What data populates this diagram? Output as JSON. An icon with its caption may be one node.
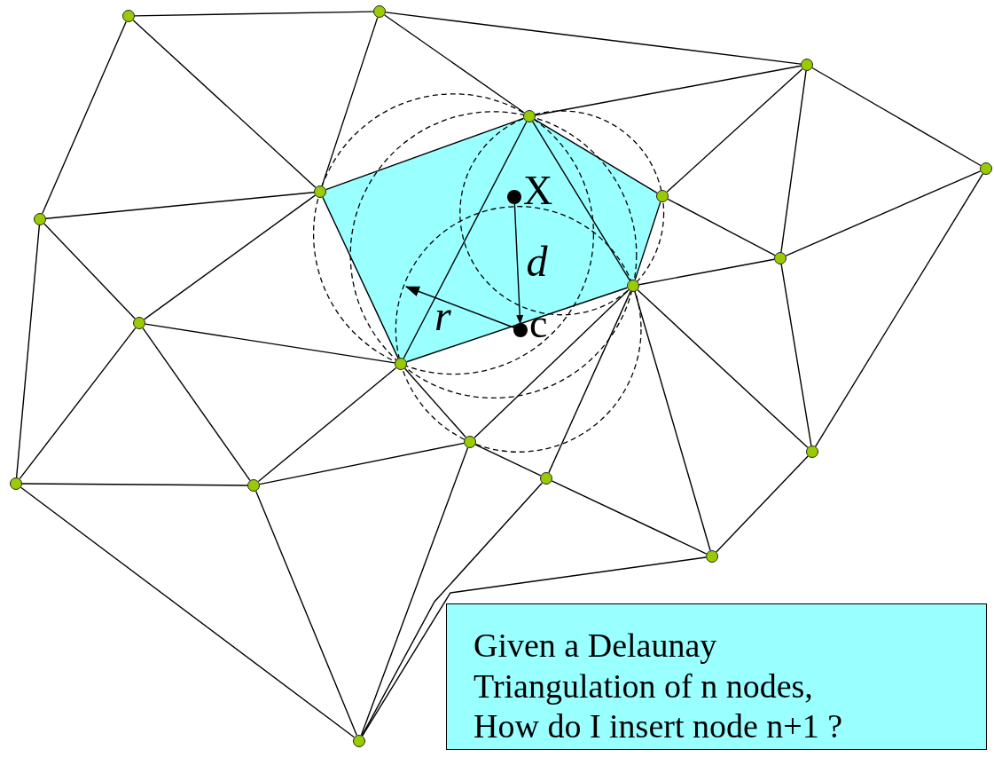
{
  "diagram": {
    "nodes": [
      {
        "text": [],
        "shape": "circle"
      },
      {
        "text": [],
        "shape": "circle"
      },
      {
        "text": [],
        "shape": "circle"
      },
      {
        "text": [],
        "shape": "circle"
      },
      {
        "text": [],
        "shape": "circle"
      },
      {
        "text": [],
        "shape": "circle"
      },
      {
        "text": [],
        "shape": "circle"
      },
      {
        "text": [],
        "shape": "circle"
      },
      {
        "text": [],
        "shape": "circle"
      },
      {
        "text": [],
        "shape": "circle"
      },
      {
        "text": [],
        "shape": "circle"
      },
      {
        "text": [],
        "shape": "circle"
      },
      {
        "text": [],
        "shape": "circle"
      },
      {
        "text": [],
        "shape": "circle"
      },
      {
        "text": [],
        "shape": "circle"
      },
      {
        "text": [],
        "shape": "circle"
      },
      {
        "text": [],
        "shape": "circle"
      },
      {
        "text": [],
        "shape": "circle"
      },
      {
        "text": [],
        "shape": "circle"
      },
      {
        "text": [],
        "shape": "circle",
        "beside": [
          "X"
        ]
      },
      {
        "text": [],
        "shape": "circle",
        "beside": [
          "c"
        ]
      },
      {
        "text": [
          "Given a Delaunay Triangulation of n nodes, How do I insert node n+1 ?"
        ]
      }
    ],
    "edges": [
      {
        "from": 0,
        "to": 1,
        "arrow": "none"
      },
      {
        "from": 0,
        "to": 4,
        "arrow": "none"
      },
      {
        "from": 0,
        "to": 5,
        "arrow": "none"
      },
      {
        "from": 1,
        "to": 2,
        "arrow": "none"
      },
      {
        "from": 1,
        "to": 5,
        "arrow": "none"
      },
      {
        "from": 1,
        "to": 6,
        "arrow": "none"
      },
      {
        "from": 2,
        "to": 6,
        "arrow": "none"
      },
      {
        "from": 2,
        "to": 7,
        "arrow": "none"
      },
      {
        "from": 2,
        "to": 8,
        "arrow": "none"
      },
      {
        "from": 2,
        "to": 3,
        "arrow": "none"
      },
      {
        "from": 3,
        "to": 8,
        "arrow": "none"
      },
      {
        "from": 3,
        "to": 14,
        "arrow": "none"
      },
      {
        "from": 4,
        "to": 5,
        "arrow": "none"
      },
      {
        "from": 4,
        "to": 10,
        "arrow": "none"
      },
      {
        "from": 4,
        "to": 15,
        "arrow": "none"
      },
      {
        "from": 5,
        "to": 6,
        "arrow": "none"
      },
      {
        "from": 5,
        "to": 10,
        "arrow": "none"
      },
      {
        "from": 5,
        "to": 11,
        "arrow": "none"
      },
      {
        "from": 6,
        "to": 7,
        "arrow": "none"
      },
      {
        "from": 6,
        "to": 9,
        "arrow": "none"
      },
      {
        "from": 6,
        "to": 11,
        "arrow": "none"
      },
      {
        "from": 7,
        "to": 8,
        "arrow": "none"
      },
      {
        "from": 7,
        "to": 9,
        "arrow": "none"
      },
      {
        "from": 8,
        "to": 9,
        "arrow": "none"
      },
      {
        "from": 8,
        "to": 14,
        "arrow": "none"
      },
      {
        "from": 9,
        "to": 11,
        "arrow": "none"
      },
      {
        "from": 9,
        "to": 12,
        "arrow": "none"
      },
      {
        "from": 9,
        "to": 13,
        "arrow": "none"
      },
      {
        "from": 9,
        "to": 17,
        "arrow": "none"
      },
      {
        "from": 9,
        "to": 14,
        "arrow": "none"
      },
      {
        "from": 10,
        "to": 11,
        "arrow": "none"
      },
      {
        "from": 10,
        "to": 15,
        "arrow": "none"
      },
      {
        "from": 10,
        "to": 16,
        "arrow": "none"
      },
      {
        "from": 11,
        "to": 16,
        "arrow": "none"
      },
      {
        "from": 11,
        "to": 12,
        "arrow": "none"
      },
      {
        "from": 12,
        "to": 13,
        "arrow": "none"
      },
      {
        "from": 12,
        "to": 16,
        "arrow": "none"
      },
      {
        "from": 12,
        "to": 18,
        "arrow": "none"
      },
      {
        "from": 13,
        "to": 17,
        "arrow": "none"
      },
      {
        "from": 13,
        "to": 18,
        "arrow": "none"
      },
      {
        "from": 14,
        "to": 17,
        "arrow": "none"
      },
      {
        "from": 15,
        "to": 16,
        "arrow": "none"
      },
      {
        "from": 15,
        "to": 18,
        "arrow": "none"
      },
      {
        "from": 16,
        "to": 18,
        "arrow": "none"
      },
      {
        "from": 17,
        "to": 18,
        "arrow": "none"
      },
      {
        "from": 19,
        "to": 20,
        "arrow": "to",
        "label": "d"
      }
    ],
    "labels": [
      "r"
    ]
  }
}
